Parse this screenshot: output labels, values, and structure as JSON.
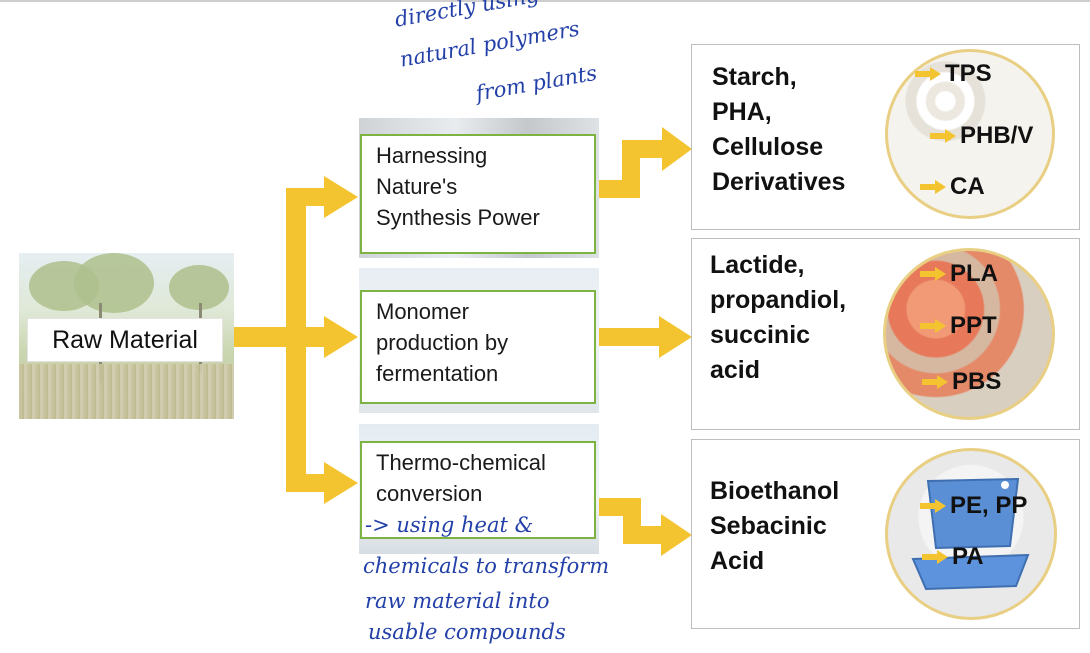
{
  "raw_material": {
    "label": "Raw Material"
  },
  "processes": [
    {
      "lines": [
        "Harnessing",
        "Nature's",
        "Synthesis Power"
      ]
    },
    {
      "lines": [
        "Monomer",
        "production by",
        "fermentation"
      ]
    },
    {
      "lines": [
        "Thermo-chemical",
        "conversion"
      ]
    }
  ],
  "outputs": [
    {
      "lines": [
        "Starch,",
        "PHA,",
        "Cellulose",
        "Derivatives"
      ],
      "polymers": [
        "TPS",
        "PHB/V",
        "CA"
      ]
    },
    {
      "lines": [
        "Lactide,",
        "propandiol,",
        "succinic",
        "acid"
      ],
      "polymers": [
        "PLA",
        "PPT",
        "PBS"
      ]
    },
    {
      "lines": [
        "Bioethanol",
        "Sebacinic",
        "Acid"
      ],
      "polymers": [
        "PE, PP",
        "PA"
      ]
    }
  ],
  "annotations": {
    "top_note": [
      "directly using",
      "natural polymers",
      "from plants"
    ],
    "bottom_note": [
      "-> using heat &",
      "chemicals to transform",
      "raw material into",
      "usable compounds"
    ]
  },
  "colors": {
    "arrow": "#f4c430",
    "process_border": "#7cb342",
    "ink": "#2340a8",
    "circle_border": "#e8cf83"
  }
}
